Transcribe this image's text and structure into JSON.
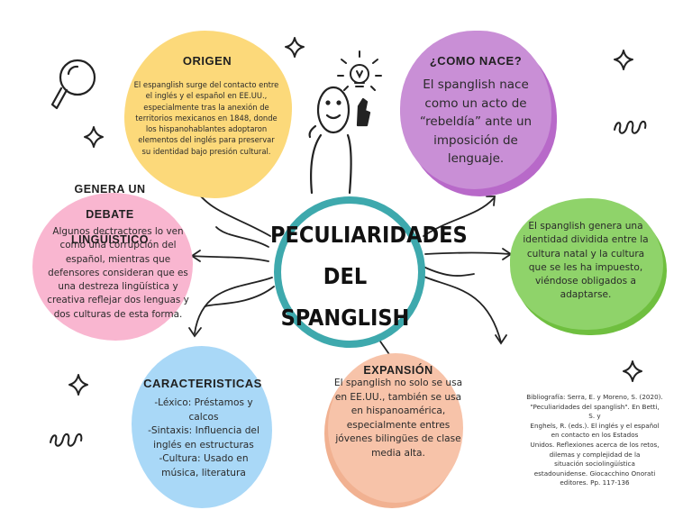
{
  "center": {
    "line1": "PECULIARIDADES",
    "line2": "DEL SPANGLISH"
  },
  "origen": {
    "title": "ORIGEN",
    "text": "El espanglish surge del contacto entre el inglés y el español en EE.UU., especialmente tras la anexión de territorios mexicanos en 1848, donde los hispanohablantes adoptaron elementos del inglés para preservar su identidad bajo presión cultural."
  },
  "como_nace": {
    "title": "¿COMO NACE?",
    "text": "El spanglish nace como un acto de “rebeldía” ante un imposición de lenguaje."
  },
  "identidad": {
    "text": "El spanglish genera una identidad dividida entre la cultura natal y la cultura que se les ha impuesto, viéndose obligados a adaptarse."
  },
  "debate": {
    "title_line1": "GENERA UN DEBATE",
    "title_line2": "LINGÜISTICO",
    "text": "Algunos dectractores lo ven como una corrupción del español, mientras que defensores consideran que es una destreza lingüística y creativa reflejar dos lenguas y dos culturas de esta forma."
  },
  "caracteristicas": {
    "title": "CARACTERISTICAS",
    "lines": [
      "-Léxico: Préstamos y calcos",
      "-Sintaxis: Influencia del inglés en estructuras",
      "-Cultura: Usado en música, literatura"
    ]
  },
  "expansion": {
    "title": "EXPANSIÓN",
    "text": "El spanglish no solo se usa en EE.UU., también se usa en hispanoamérica, especialmente entres jóvenes bilingües de clase media alta."
  },
  "bibliography": {
    "lines": [
      "Bibliografía: Serra, E. y Moreno, S. (2020).",
      "\"Peculiaridades del spanglish\". En Betti,",
      "S. y",
      "Enghels, R. (eds.). El inglés y el español",
      "en contacto en los Estados",
      "Unidos. Reflexiones acerca de los retos,",
      "dilemas y complejidad de la",
      "situación sociolingüística",
      "estadounidense. Giocacchino Onorati",
      "editores. Pp. 117-136"
    ]
  },
  "colors": {
    "yellow": "#fcd97a",
    "purple": "#c98fd6",
    "green": "#8fd36a",
    "pink": "#f9b6d0",
    "blue": "#a9d8f7",
    "peach": "#f7c3a9",
    "teal_ring": "#3ea9ad"
  },
  "icons": [
    "magnifier-icon",
    "lightbulb-icon",
    "sparkle-icon",
    "swirl-icon",
    "person-illustration"
  ]
}
